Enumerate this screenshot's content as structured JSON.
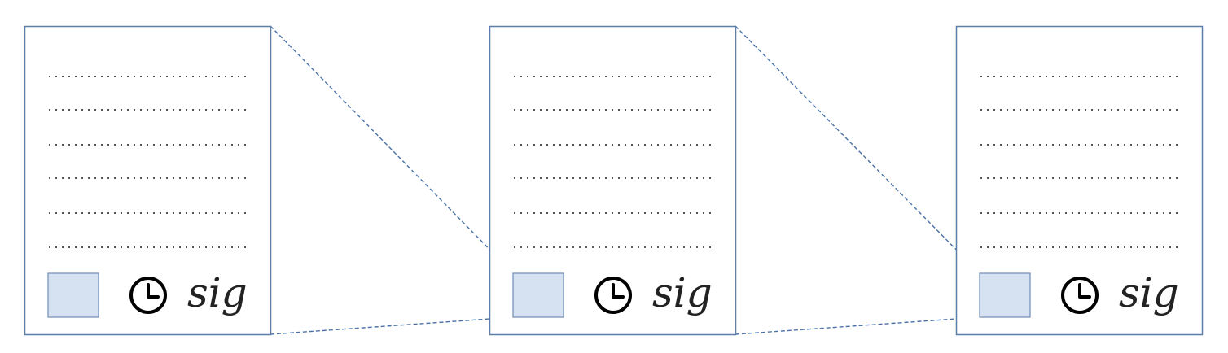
{
  "diagram": {
    "description_free": true,
    "documents": [
      {
        "id": "doc-1",
        "signature_text": "sig",
        "has_clock": true,
        "has_hash_box": true
      },
      {
        "id": "doc-2",
        "signature_text": "sig",
        "has_clock": true,
        "has_hash_box": true
      },
      {
        "id": "doc-3",
        "signature_text": "sig",
        "has_clock": true,
        "has_hash_box": true
      }
    ],
    "lines_per_document": 6,
    "connections": [
      {
        "from": "doc-1",
        "to": "doc-2"
      },
      {
        "from": "doc-2",
        "to": "doc-3"
      }
    ],
    "colors": {
      "page_border": "#5b7fa6",
      "page_fill": "#ffffff",
      "hash_box_fill": "#d6e2f1",
      "hash_box_border": "#6d8db3",
      "dotted_line": "#555555",
      "connector": "#4a72a8",
      "icon": "#000000",
      "signature": "#222222"
    },
    "icons": [
      "clock-icon"
    ]
  }
}
